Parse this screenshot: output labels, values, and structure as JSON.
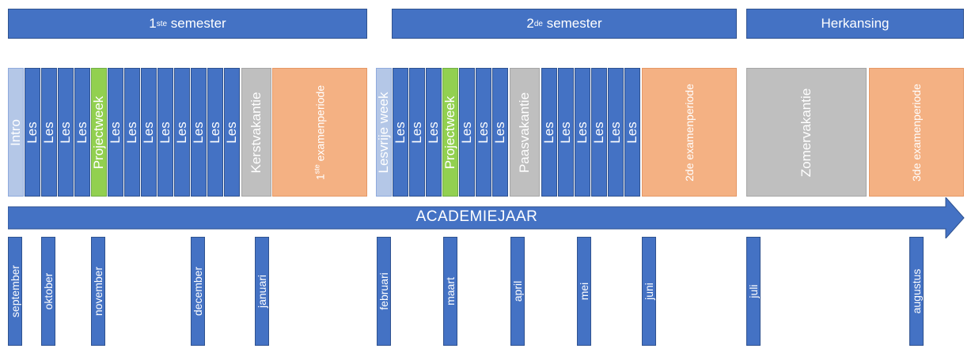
{
  "semesters": {
    "s1_num": "1",
    "s1_sup": "ste",
    "s1_label": " semester",
    "s2_num": "2",
    "s2_sup": "de",
    "s2_label": " semester",
    "herkansing": "Herkansing"
  },
  "blocks": {
    "intro": "Intro",
    "les": "Les",
    "projectweek": "Projectweek",
    "kerstvakantie": "Kerstvakantie",
    "exam1_num": "1",
    "exam1_sup": "ste",
    "exam1_label": " examenperiode",
    "lesvrije_week": "Lesvrije week",
    "paasvakantie": "Paasvakantie",
    "exam2": "2de examenperiode",
    "zomervakantie": "Zomervakantie",
    "exam3": "3de examenperiode"
  },
  "timeline": {
    "label": "ACADEMIEJAAR"
  },
  "months": {
    "september": "september",
    "oktober": "oktober",
    "november": "november",
    "december": "december",
    "januari": "januari",
    "februari": "februari",
    "maart": "maart",
    "april": "april",
    "mei": "mei",
    "juni": "juni",
    "juli": "juli",
    "augustus": "augustus"
  },
  "colors": {
    "les": "#4472c4",
    "intro": "#b4c7e7",
    "projectweek": "#92d050",
    "vakantie": "#bfbfbf",
    "examen": "#f4b183"
  }
}
